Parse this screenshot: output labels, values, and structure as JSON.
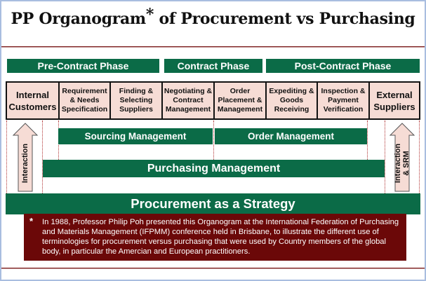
{
  "title": {
    "text": "PP Organogram",
    "asterisk": "*",
    "rest": " of Procurement vs Purchasing"
  },
  "phases": [
    "Pre-Contract Phase",
    "Contract Phase",
    "Post-Contract Phase"
  ],
  "boxes": [
    "Internal Customers",
    "Requirement & Needs Specification",
    "Finding & Selecting Suppliers",
    "Negotiating & Contract Management",
    "Order Placement & Management",
    "Expediting & Goods Receiving",
    "Inspection & Payment Verification",
    "External Suppliers"
  ],
  "left_arrow": "Interaction",
  "right_arrow": [
    "Interaction",
    "& SRM"
  ],
  "sourcing": "Sourcing Management",
  "order": "Order Management",
  "purchasing": "Purchasing Management",
  "procurement": "Procurement as a Strategy",
  "note": {
    "asterisk": "*",
    "text": "In 1988, Professor Philip Poh presented this Organogram at the International Federation of Purchasing and Materials Management (IFPMM) conference held in Brisbane, to illustrate the different use of terminologies for procurement versus purchasing that were used by Country members of the global body, in particular the Amercian and European practitioners."
  },
  "colors": {
    "green": "#0b6b47",
    "pink": "#f6dcd5",
    "maroon": "#6b0808"
  }
}
